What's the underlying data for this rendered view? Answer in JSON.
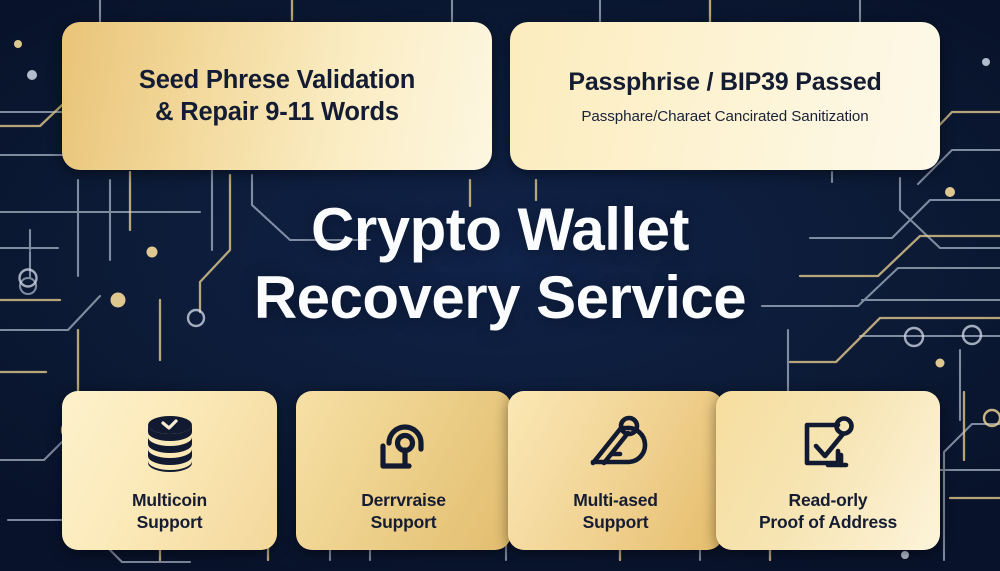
{
  "theme": {
    "background_color": "#0c1a35",
    "card_gold": "#e9c478",
    "card_cream": "#fdf6e0",
    "headline_color": "#fbfcfe",
    "text_dark": "#141c33",
    "trace_silver": "#c9d3e0",
    "trace_gold": "#e8cf92"
  },
  "headline": {
    "line1": "Crypto Wallet",
    "line2": "Recovery Service"
  },
  "top_cards": [
    {
      "title_line1": "Seed Phrese Validation",
      "title_line2": "& Repair 9-11 Words",
      "subtitle": ""
    },
    {
      "title_line1": "Passphrise / BIP39 Passed",
      "title_line2": "",
      "subtitle": "Passphare/Charaet Cancirated Sanitization"
    }
  ],
  "features": [
    {
      "icon": "coin-stack-check-icon",
      "label_line1": "Multicoin",
      "label_line2": "Support"
    },
    {
      "icon": "open-padlock-keyhole-icon",
      "label_line1": "Derrvraise",
      "label_line2": "Support"
    },
    {
      "icon": "wallet-abstract-icon",
      "label_line1": "Multi-ased",
      "label_line2": "Support"
    },
    {
      "icon": "checkbox-approved-icon",
      "label_line1": "Read-orly",
      "label_line2": "Proof of Address"
    }
  ]
}
